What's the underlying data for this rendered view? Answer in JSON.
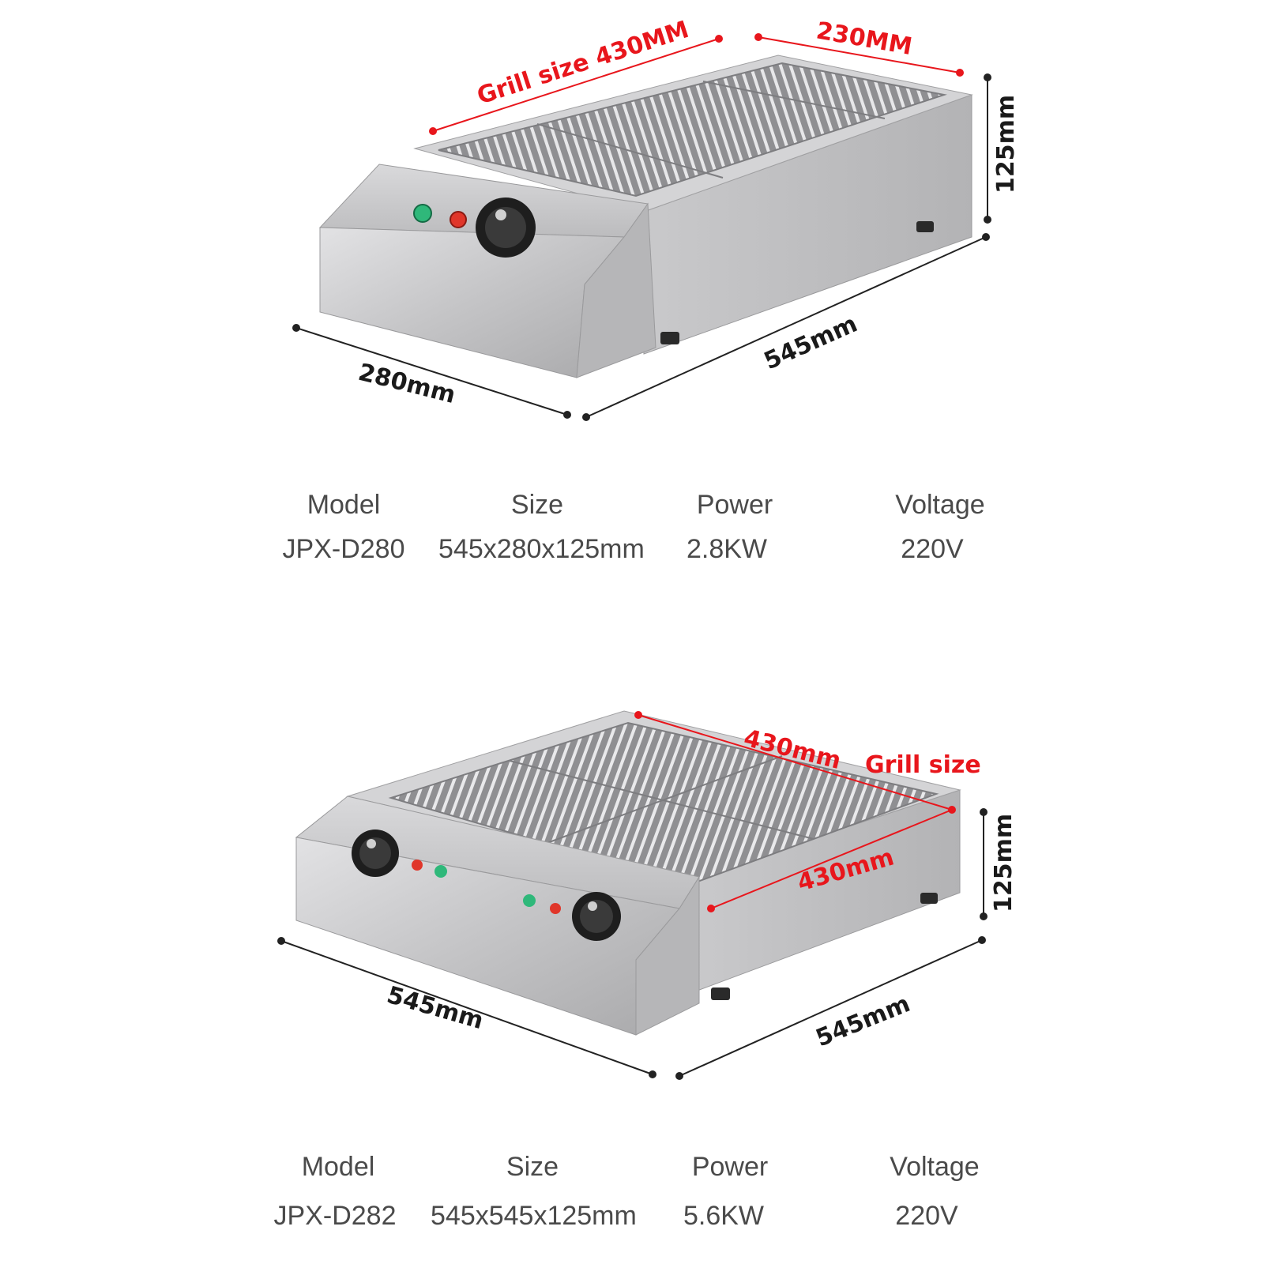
{
  "product1": {
    "grill_label": "Grill size 430MM",
    "grill_depth": "230MM",
    "height": "125mm",
    "length": "545mm",
    "width": "280mm",
    "specs": {
      "headers": [
        "Model",
        "Size",
        "Power",
        "Voltage"
      ],
      "values": [
        "JPX-D280",
        "545x280x125mm",
        "2.8KW",
        "220V"
      ]
    }
  },
  "product2": {
    "grill_top": "430mm",
    "grill_caption": "Grill size",
    "grill_side": "430mm",
    "height": "125mm",
    "length_left": "545mm",
    "length_right": "545mm",
    "specs": {
      "headers": [
        "Model",
        "Size",
        "Power",
        "Voltage"
      ],
      "values": [
        "JPX-D282",
        "545x545x125mm",
        "5.6KW",
        "220V"
      ]
    }
  },
  "colors": {
    "accent_red": "#e8161c",
    "text_gray": "#4a4a4a",
    "steel": "#c9c9cb"
  }
}
